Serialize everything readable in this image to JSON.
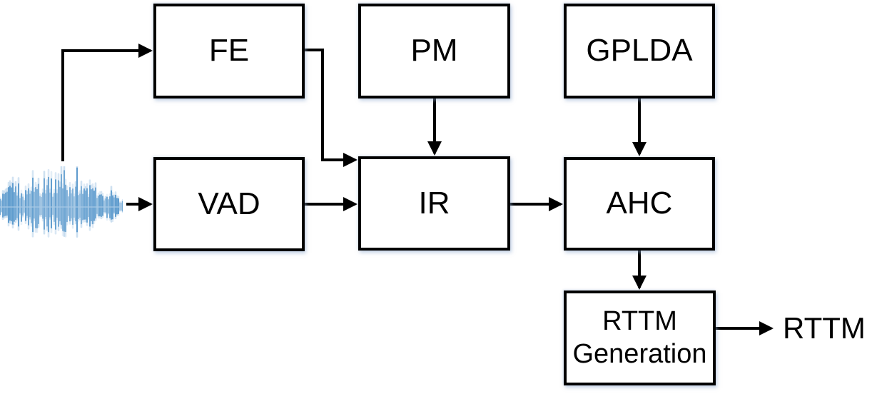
{
  "diagram": {
    "type": "block-flow-diagram",
    "description": "Speaker diarization pipeline block diagram",
    "nodes": {
      "fe": {
        "label": "FE"
      },
      "pm": {
        "label": "PM"
      },
      "gplda": {
        "label": "GPLDA"
      },
      "vad": {
        "label": "VAD"
      },
      "ir": {
        "label": "IR"
      },
      "ahc": {
        "label": "AHC"
      },
      "rttm_gen": {
        "label": "RTTM Generation"
      }
    },
    "input": {
      "icon": "audio-waveform-icon"
    },
    "output": {
      "label": "RTTM"
    },
    "edges": [
      {
        "from": "audio-input",
        "to": "fe"
      },
      {
        "from": "audio-input",
        "to": "vad"
      },
      {
        "from": "fe",
        "to": "ir"
      },
      {
        "from": "pm",
        "to": "ir"
      },
      {
        "from": "vad",
        "to": "ir"
      },
      {
        "from": "gplda",
        "to": "ahc"
      },
      {
        "from": "ir",
        "to": "ahc"
      },
      {
        "from": "ahc",
        "to": "rttm_gen"
      },
      {
        "from": "rttm_gen",
        "to": "rttm-output"
      }
    ],
    "colors": {
      "line": "#000000",
      "box_border": "#000000",
      "box_fill": "#ffffff",
      "box_shadow": "#8daacf",
      "waveform_blue": "#4a8fc7",
      "waveform_light_blue": "#a9c9e6"
    }
  }
}
